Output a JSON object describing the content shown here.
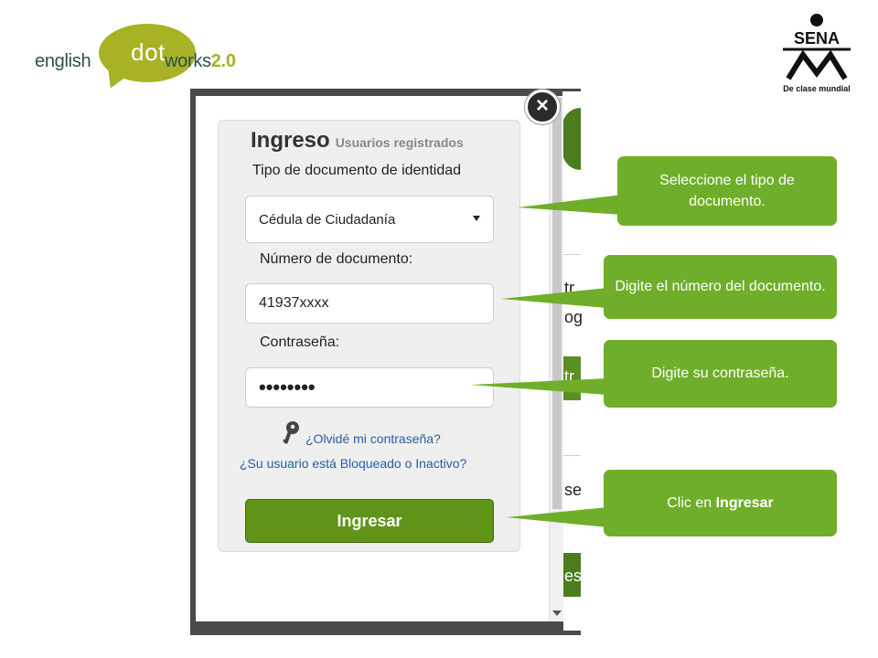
{
  "logo": {
    "left_text": "english",
    "bubble_text": "dot",
    "right_text": "works",
    "version": "2.0"
  },
  "sena": {
    "name": "SENA",
    "tagline": "De clase mundial"
  },
  "background_fragments": [
    "tr",
    "og",
    "tr",
    "se",
    "es"
  ],
  "modal": {
    "close_label": "×",
    "title": "Ingreso",
    "subtitle": "Usuarios registrados",
    "doc_type_label": "Tipo de documento de identidad",
    "doc_type_value": "Cédula de Ciudadanía",
    "doc_number_label": "Número de documento:",
    "doc_number_value": "41937xxxx",
    "password_label": "Contraseña:",
    "password_value": "••••••••",
    "forgot_link": "¿Olvidé mi contraseña?",
    "blocked_link": "¿Su usuario está Bloqueado o Inactivo?",
    "submit_label": "Ingresar"
  },
  "callouts": {
    "select_doc": "Seleccione el tipo de documento.",
    "enter_number": "Digite el número del documento.",
    "enter_password": "Digite su contraseña.",
    "click_prefix": "Clic en ",
    "click_bold": "Ingresar"
  },
  "colors": {
    "callout_green": "#6fae2a",
    "button_green": "#5f9418",
    "logo_olive": "#a7b224",
    "link_blue": "#2a5d9f"
  }
}
